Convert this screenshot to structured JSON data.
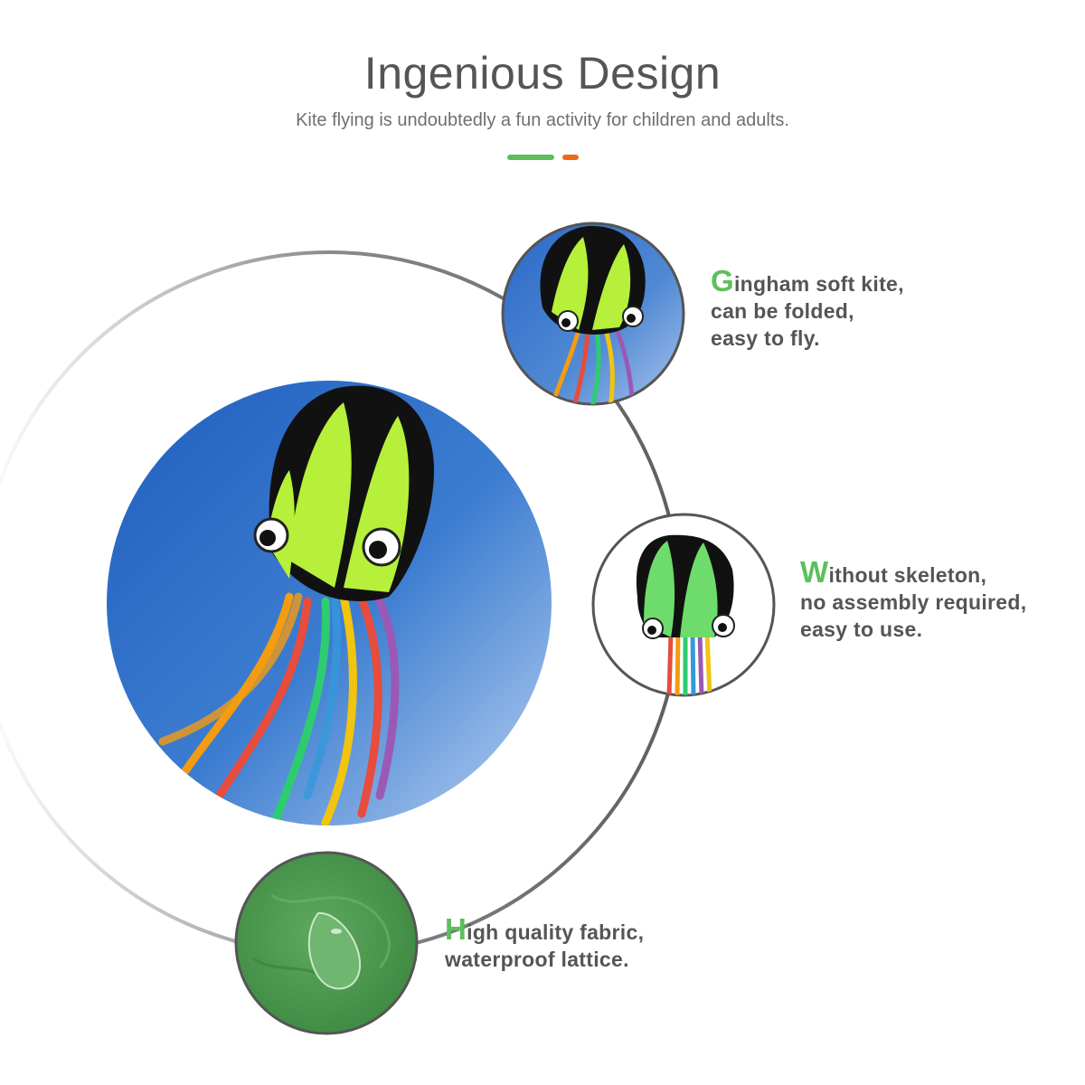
{
  "header": {
    "title": "Ingenious Design",
    "subtitle": "Kite flying is undoubtedly a fun activity for children and adults."
  },
  "features": [
    {
      "initial": "G",
      "rest": "ingham soft kite,",
      "lines": [
        "can be folded,",
        "easy to fly."
      ]
    },
    {
      "initial": "W",
      "rest": "ithout skeleton,",
      "lines": [
        "no assembly required,",
        "easy to use."
      ]
    },
    {
      "initial": "H",
      "rest": "igh quality fabric,",
      "lines": [
        "waterproof lattice."
      ]
    }
  ],
  "colors": {
    "accent_green": "#5cbf5c",
    "accent_orange": "#ee6a1a",
    "initial_green": "#5cbf5c",
    "text_gray": "#555555",
    "ring_gray": "#6a6a6a",
    "sky_blue": "#2f6fc4",
    "kite_green": "#b6f03a",
    "fabric_green": "#4f9a50"
  },
  "images": [
    "octopus-kite-large-photo",
    "octopus-kite-small-photo",
    "octopus-kite-front-photo",
    "green-fabric-water-drop-photo"
  ]
}
